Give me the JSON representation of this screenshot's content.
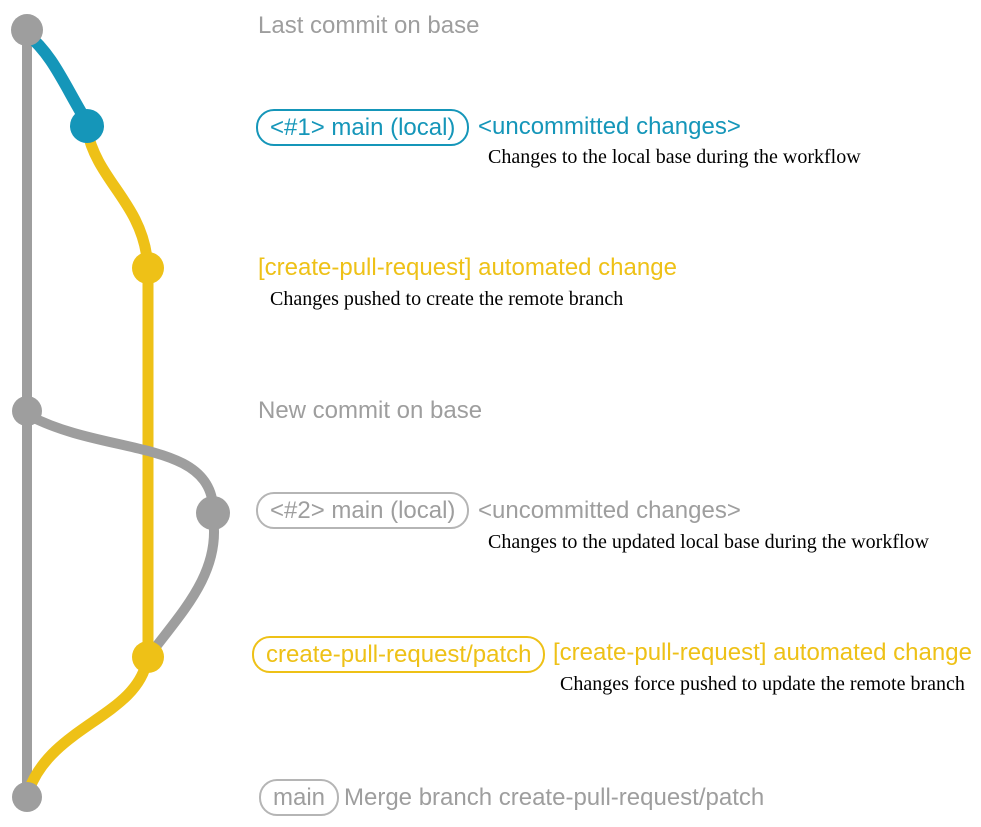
{
  "colors": {
    "gray": "#9E9E9E",
    "gray_border": "#B5B5B5",
    "blue": "#1596B9",
    "yellow": "#EEC117",
    "ink": "#000000"
  },
  "commits": [
    {
      "message": "Last commit on base"
    },
    {
      "tag": "<#1> main (local)",
      "message": "<uncommitted changes>",
      "note": "Changes to the local base during the workflow"
    },
    {
      "message": "[create-pull-request] automated change",
      "note": "Changes pushed to create the remote branch"
    },
    {
      "message": "New commit on base"
    },
    {
      "tag": "<#2> main (local)",
      "message": "<uncommitted changes>",
      "note": "Changes to the updated local base during the workflow"
    },
    {
      "tag": "create-pull-request/patch",
      "message": "[create-pull-request] automated change",
      "note": "Changes force pushed to update the remote branch"
    },
    {
      "tag": "main",
      "message": "Merge branch create-pull-request/patch"
    }
  ]
}
